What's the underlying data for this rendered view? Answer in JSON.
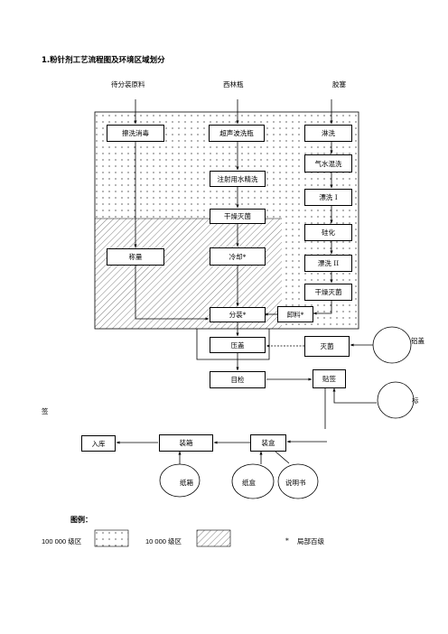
{
  "title": "1.粉针剂工艺流程图及环境区域划分",
  "sources": {
    "raw": "待分装原料",
    "vial": "西林瓶",
    "stopper": "胶塞"
  },
  "steps": {
    "scrub": "擦洗消毒",
    "ultra_wash": "超声波洗瓶",
    "wfi_wash": "注射用水精洗",
    "dry_sterilize_1": "干燥灭菌",
    "rinse": "淋洗",
    "air_water_wash": "气水混洗",
    "rinse_1": "漂洗 I",
    "siliconize": "硅化",
    "rinse_2": "漂洗 II",
    "dry_sterilize_2": "干燥灭菌",
    "weigh": "称量",
    "cool": "冷却*",
    "unload": "卸料*",
    "fill": "分装*",
    "cap": "压盖",
    "sterilize": "灭菌",
    "inspect": "目检",
    "label": "贴签",
    "store": "入库",
    "pack": "装箱",
    "box": "装盒"
  },
  "materials": {
    "al_cap": "铝盖",
    "label_mat": "标",
    "label_tail": "签",
    "carton": "纸箱",
    "paper_box": "纸盒",
    "manual": "说明书"
  },
  "legend": {
    "title": "图例：",
    "class_100k": "100 000 级区",
    "class_10k": "10 000 级区",
    "star": "*",
    "local_100": "局部百级"
  }
}
